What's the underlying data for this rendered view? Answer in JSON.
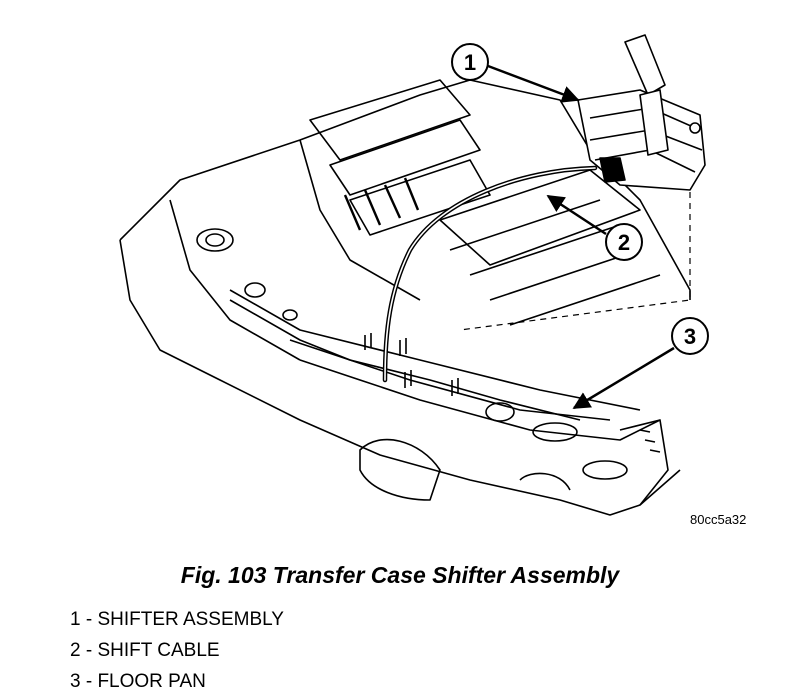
{
  "callouts": [
    {
      "number": "1"
    },
    {
      "number": "2"
    },
    {
      "number": "3"
    }
  ],
  "reference_code": "80cc5a32",
  "caption": "Fig. 103 Transfer Case Shifter Assembly",
  "legend": [
    "1 - SHIFTER ASSEMBLY",
    "2 - SHIFT CABLE",
    "3 - FLOOR PAN"
  ]
}
